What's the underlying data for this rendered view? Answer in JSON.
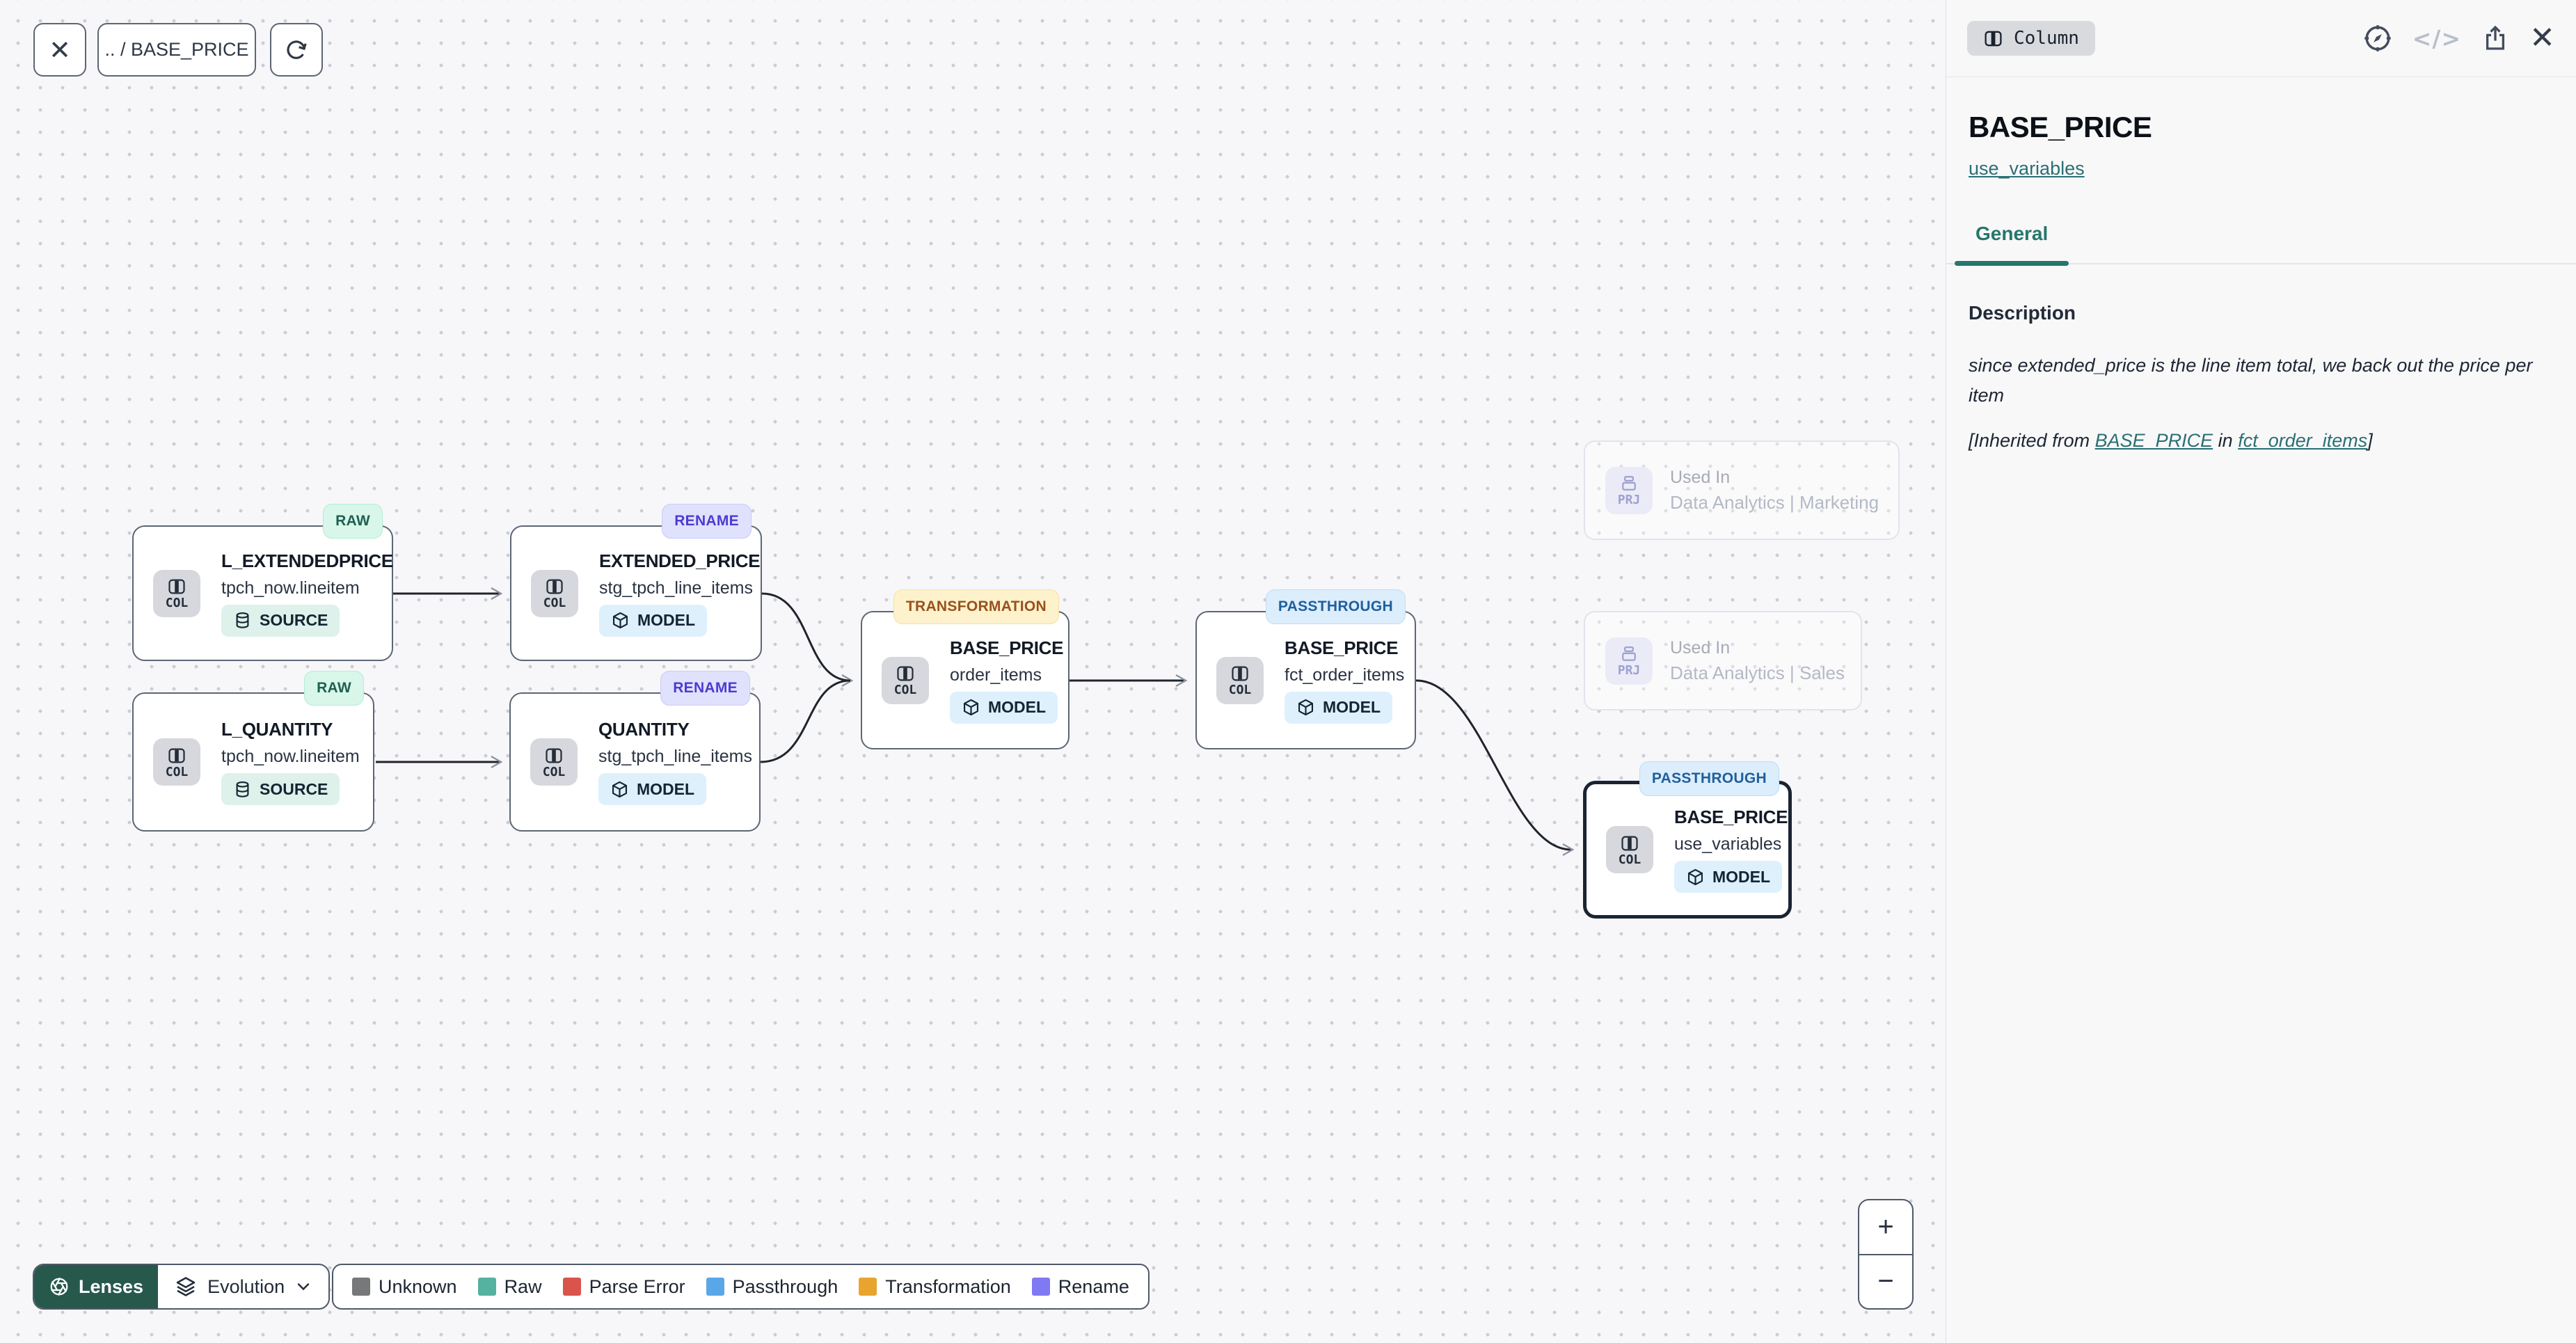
{
  "toolbar": {
    "breadcrumb": ".. / BASE_PRICE",
    "close_glyph": "✕"
  },
  "icons": {
    "code_glyph": "</>"
  },
  "nodes": [
    {
      "title": "L_EXTENDEDPRICE",
      "subtitle": "tpch_now.lineitem",
      "kind": "COL",
      "type": "SOURCE",
      "status": "RAW"
    },
    {
      "title": "EXTENDED_PRICE",
      "subtitle": "stg_tpch_line_items",
      "kind": "COL",
      "type": "MODEL",
      "status": "RENAME"
    },
    {
      "title": "L_QUANTITY",
      "subtitle": "tpch_now.lineitem",
      "kind": "COL",
      "type": "SOURCE",
      "status": "RAW"
    },
    {
      "title": "QUANTITY",
      "subtitle": "stg_tpch_line_items",
      "kind": "COL",
      "type": "MODEL",
      "status": "RENAME"
    },
    {
      "title": "BASE_PRICE",
      "subtitle": "order_items",
      "kind": "COL",
      "type": "MODEL",
      "status": "TRANSFORMATION"
    },
    {
      "title": "BASE_PRICE",
      "subtitle": "fct_order_items",
      "kind": "COL",
      "type": "MODEL",
      "status": "PASSTHROUGH"
    },
    {
      "title": "BASE_PRICE",
      "subtitle": "use_variables",
      "kind": "COL",
      "type": "MODEL",
      "status": "PASSTHROUGH"
    }
  ],
  "used_in": [
    {
      "kind": "PRJ",
      "label": "Used In",
      "value": "Data Analytics | Marketing"
    },
    {
      "kind": "PRJ",
      "label": "Used In",
      "value": "Data Analytics | Sales"
    }
  ],
  "panel": {
    "type_badge": "Column",
    "title": "BASE_PRICE",
    "model_link": "use_variables",
    "tab": "General",
    "section_heading": "Description",
    "description": "since extended_price is the line item total, we back out the price per item",
    "inherited": {
      "prefix": "[Inherited from ",
      "column_link": "BASE_PRICE",
      "middle": " in ",
      "model_link": "fct_order_items",
      "suffix": "]"
    }
  },
  "footer": {
    "lenses_label": "Lenses",
    "lens_selected": "Evolution",
    "legend": [
      {
        "label": "Unknown",
        "color": "#77787a"
      },
      {
        "label": "Raw",
        "color": "#55b2a0"
      },
      {
        "label": "Parse Error",
        "color": "#d9544b"
      },
      {
        "label": "Passthrough",
        "color": "#5aa7e8"
      },
      {
        "label": "Transformation",
        "color": "#e9a42f"
      },
      {
        "label": "Rename",
        "color": "#7f7af2"
      }
    ]
  },
  "zoom_controls": {
    "zoom_in": "+",
    "zoom_out": "−"
  },
  "colors": {
    "accent_teal": "#26766b",
    "edge": "#20242c",
    "raw_badge_bg": "#d8f6ea",
    "rename_badge_bg": "#e0e1fc",
    "transformation_badge_bg": "#fdf2cc",
    "passthrough_badge_bg": "#dcedfc"
  }
}
